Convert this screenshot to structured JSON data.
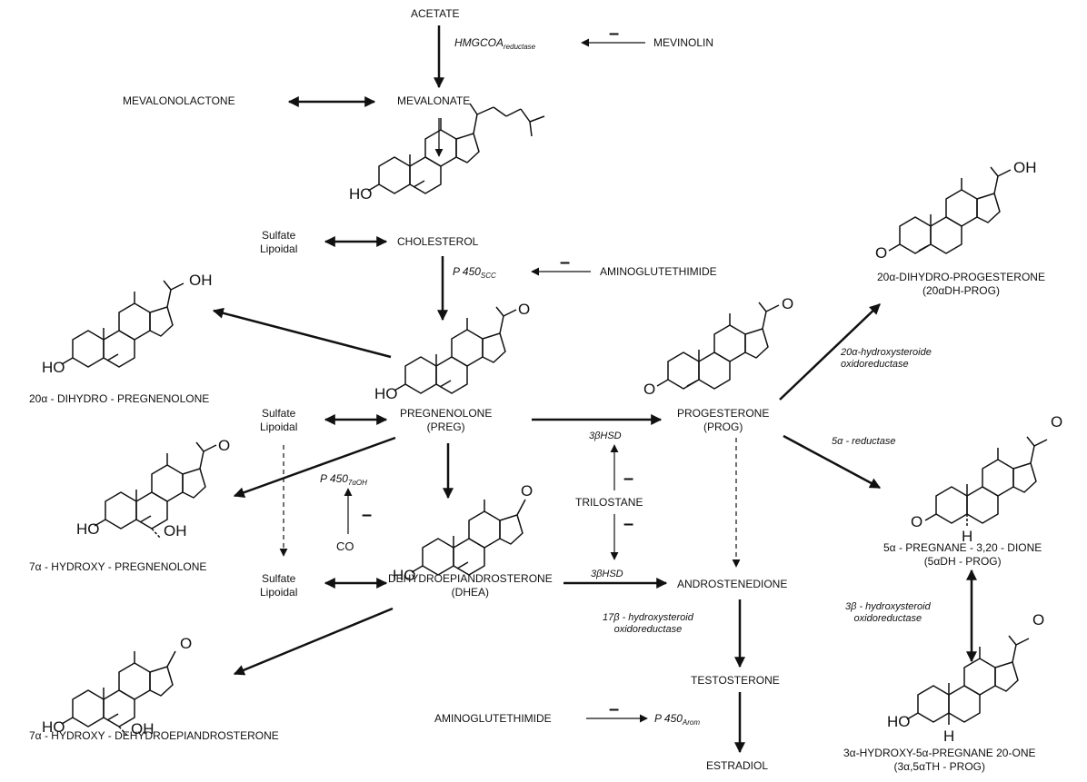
{
  "compounds": {
    "acetate": "ACETATE",
    "mevinolin": "MEVINOLIN",
    "mevalonolactone": "MEVALONOLACTONE",
    "mevalonate": "MEVALONATE",
    "sulfate_lipoidal_1": "Sulfate\nLipoidal",
    "cholesterol": "CHOLESTEROL",
    "aminoglutethimide_1": "AMINOGLUTETHIMIDE",
    "dihydro_preg": "20α - DIHYDRO - PREGNENOLONE",
    "sulfate_lipoidal_2": "Sulfate\nLipoidal",
    "pregnenolone": "PREGNENOLONE\n(PREG)",
    "progesterone": "PROGESTERONE\n(PROG)",
    "dihydro_prog": "20α-DIHYDRO-PROGESTERONE\n(20αDH-PROG)",
    "hydroxy_preg": "7α - HYDROXY - PREGNENOLONE",
    "co": "CO",
    "trilostane": "TRILOSTANE",
    "sulfate_lipoidal_3": "Sulfate\nLipoidal",
    "dhea": "DEHYDROEPIANDROSTERONE\n(DHEA)",
    "androstenedione": "ANDROSTENEDIONE",
    "pregnanedione": "5α - PREGNANE - 3,20 - DIONE\n(5αDH - PROG)",
    "hydroxy_dhea": "7α - HYDROXY - DEHYDROEPIANDROSTERONE",
    "testosterone": "TESTOSTERONE",
    "aminoglutethimide_2": "AMINOGLUTETHIMIDE",
    "estradiol": "ESTRADIOL",
    "hydroxy_pregnane": "3α-HYDROXY-5α-PREGNANE 20-ONE\n(3α,5αTH - PROG)"
  },
  "enzymes": {
    "hmgcoa": "HMGCOA",
    "hmgcoa_sub": "reductase",
    "p450scc": "P 450",
    "p450scc_sub": "SCC",
    "p450_7a": "P 450",
    "p450_7a_sub": "7αOH",
    "hsd_1": "3βHSD",
    "hsd_2": "3βHSD",
    "hsd17": "17β - hydroxysteroid\noxidoreductase",
    "hsd20": "20α-hydroxysteroide\noxidoreductase",
    "reductase5a": "5α - reductase",
    "hsd3b_ox": "3β - hydroxysteroid\noxidoreductase",
    "p450arom": "P 450",
    "p450arom_sub": "Arom"
  },
  "symbols": {
    "inhibit": "–",
    "ho": "HO",
    "oh": "OH",
    "o": "O",
    "h": "H"
  }
}
